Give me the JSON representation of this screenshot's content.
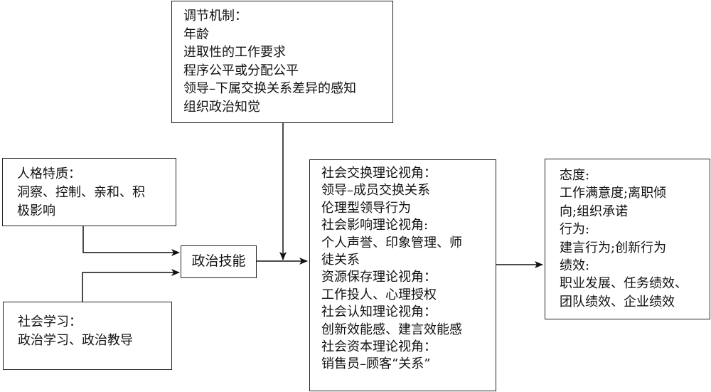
{
  "diagram": {
    "moderators": {
      "title": "调节机制：",
      "items": [
        "年龄",
        "进取性的工作要求",
        "程序公平或分配公平",
        "领导–下属交换关系差异的感知",
        "组织政治知觉"
      ]
    },
    "personality": {
      "lines": [
        "人格特质：",
        "洞察、控制、亲和、积",
        "极影响"
      ]
    },
    "social_learning": {
      "lines": [
        "社会学习：",
        "政治学习、政治教导"
      ]
    },
    "political_skill": {
      "label": "政治技能"
    },
    "perspectives": {
      "lines": [
        "社会交换理论视角：",
        "领导–成员交换关系",
        "伦理型领导行为",
        "社会影响理论视角:",
        "个人声誉、印象管理、师",
        "徒关系",
        "资源保存理论视角：",
        "工作投人、心理授权",
        "社会认知理论视角：",
        "创新效能感、建言效能感",
        "社会资本理论视角：",
        "销售员–顾客“关系”"
      ]
    },
    "outcomes": {
      "lines": [
        "态度:",
        "工作满意度;离职倾",
        "向;组织承诺",
        "行为:",
        "建言行为;创新行为",
        "绩效:",
        "职业发展、任务绩效、",
        "团队绩效、企业绩效"
      ]
    },
    "edges": [
      {
        "from": "personality",
        "to": "political_skill"
      },
      {
        "from": "social_learning",
        "to": "political_skill"
      },
      {
        "from": "political_skill",
        "to": "perspectives"
      },
      {
        "from": "moderators",
        "to": "political_skill-perspectives-link"
      },
      {
        "from": "perspectives",
        "to": "outcomes"
      }
    ]
  }
}
